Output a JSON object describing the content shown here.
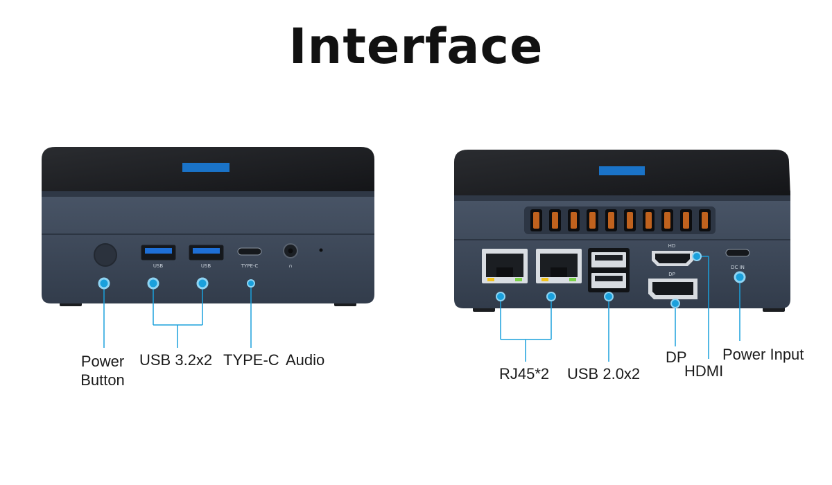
{
  "title": "Interface",
  "colors": {
    "device_body": "#3e4a5c",
    "device_top": "#1d1f22",
    "callout": "#1aa0dc",
    "badge": "#1a73c8"
  },
  "front": {
    "port_silk": {
      "usb_a": "USB",
      "usb_b": "USB",
      "typec": "TYPE-C"
    },
    "labels": {
      "power_button": "Power Button",
      "usb32": "USB 3.2x2",
      "typec": "TYPE-C",
      "audio": "Audio"
    }
  },
  "rear": {
    "port_silk": {
      "hd": "HD",
      "dp": "DP",
      "dcin": "DC IN"
    },
    "labels": {
      "rj45": "RJ45*2",
      "usb20": "USB 2.0x2",
      "dp": "DP",
      "hdmi": "HDMI",
      "power_input": "Power Input"
    }
  }
}
